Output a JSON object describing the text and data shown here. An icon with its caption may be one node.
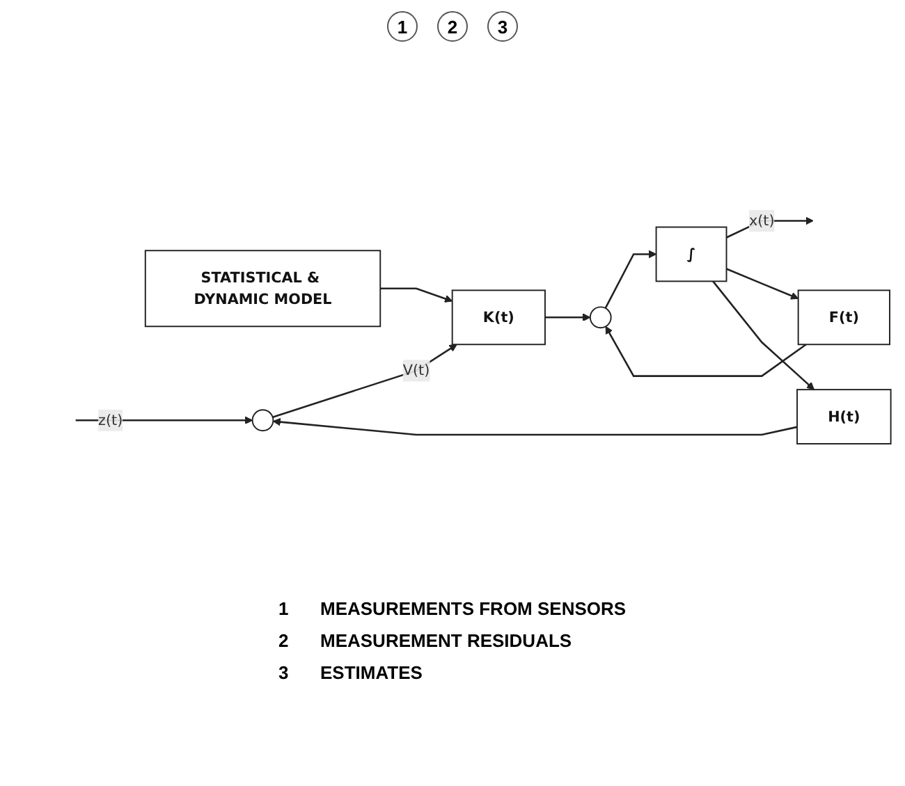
{
  "diagram": {
    "nodes": [
      {
        "text": [
          "STATISTICAL & DYNAMIC MODEL"
        ]
      },
      {
        "text": [],
        "shape": "circle"
      },
      {
        "text": [
          "K(t)"
        ]
      },
      {
        "text": [],
        "shape": "circle"
      },
      {
        "text": [
          "∫"
        ]
      },
      {
        "text": [
          "F(t)"
        ]
      },
      {
        "text": [
          "H(t)"
        ]
      }
    ],
    "edges": [
      {
        "from": null,
        "to": 1,
        "arrow": "to",
        "label": "z(t)"
      },
      {
        "from": 1,
        "to": 2,
        "arrow": "to",
        "label": "V(t)"
      },
      {
        "from": 0,
        "to": 2,
        "arrow": "to"
      },
      {
        "from": 2,
        "to": 3,
        "arrow": "to"
      },
      {
        "from": 3,
        "to": 4,
        "arrow": "to"
      },
      {
        "from": 4,
        "to": null,
        "arrow": "to",
        "label": "x(t)"
      },
      {
        "from": 4,
        "to": 5,
        "arrow": "to"
      },
      {
        "from": 4,
        "to": 6,
        "arrow": "to"
      },
      {
        "from": 5,
        "to": 3,
        "arrow": "to"
      },
      {
        "from": 6,
        "to": 1,
        "arrow": "to"
      }
    ],
    "labels": [
      "1",
      "2",
      "3",
      "1",
      "MEASUREMENTS FROM SENSORS",
      "2",
      "MEASUREMENT RESIDUALS",
      "3",
      "ESTIMATES"
    ]
  }
}
